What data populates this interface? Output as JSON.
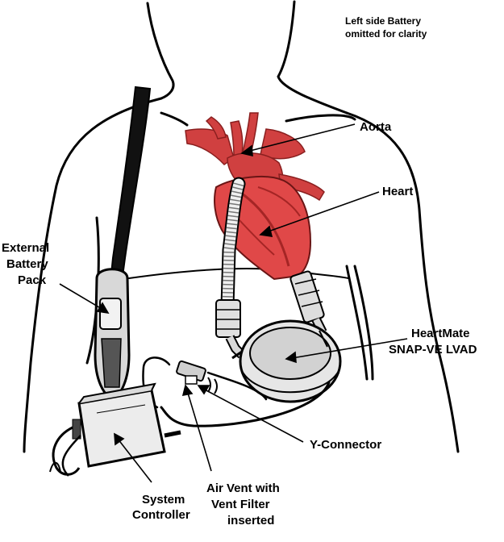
{
  "note": {
    "line1": "Left side Battery",
    "line2": "omitted for clarity"
  },
  "labels": {
    "aorta": "Aorta",
    "heart": "Heart",
    "battery": [
      "External",
      "Battery",
      "Pack"
    ],
    "lvad": [
      "HeartMate",
      "SNAP-VE LVAD"
    ],
    "y_connector": "Y-Connector",
    "controller": [
      "System",
      "Controller"
    ],
    "air_vent": [
      "Air Vent with",
      "Vent Filter",
      "inserted"
    ]
  },
  "colors": {
    "heart": "#e04848",
    "heart_dark": "#b82a2a",
    "vessels": "#d04040",
    "outline": "#000000",
    "device_fill": "#e6e6e6"
  }
}
